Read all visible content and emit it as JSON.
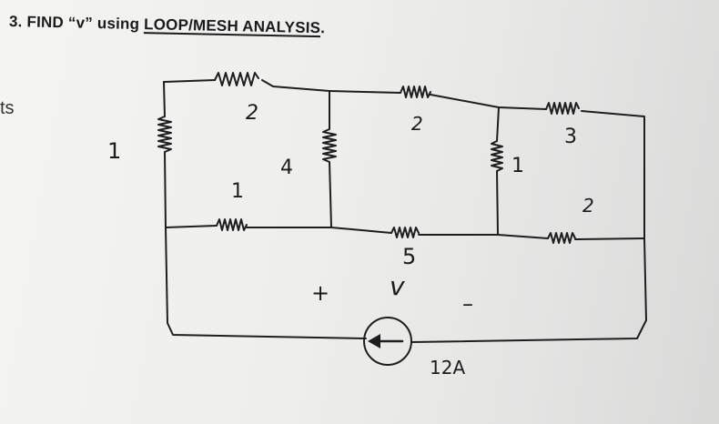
{
  "problem": {
    "number": "3.",
    "text_before": "FIND “v” using",
    "text_underlined": "LOOP/MESH ANALYSIS",
    "text_after": "."
  },
  "edge_text": "ts",
  "labels": {
    "r_left": "1",
    "r_top": "2",
    "r_mid_vertical": "4",
    "r_bottom_left": "1",
    "r_top_mid": "2",
    "r_right_vertical": "1",
    "r_top_right": "3",
    "r_bottom_right": "2",
    "r_bottom_mid": "5",
    "plus": "+",
    "minus": "–",
    "v_symbol": "v",
    "source": "12A"
  }
}
